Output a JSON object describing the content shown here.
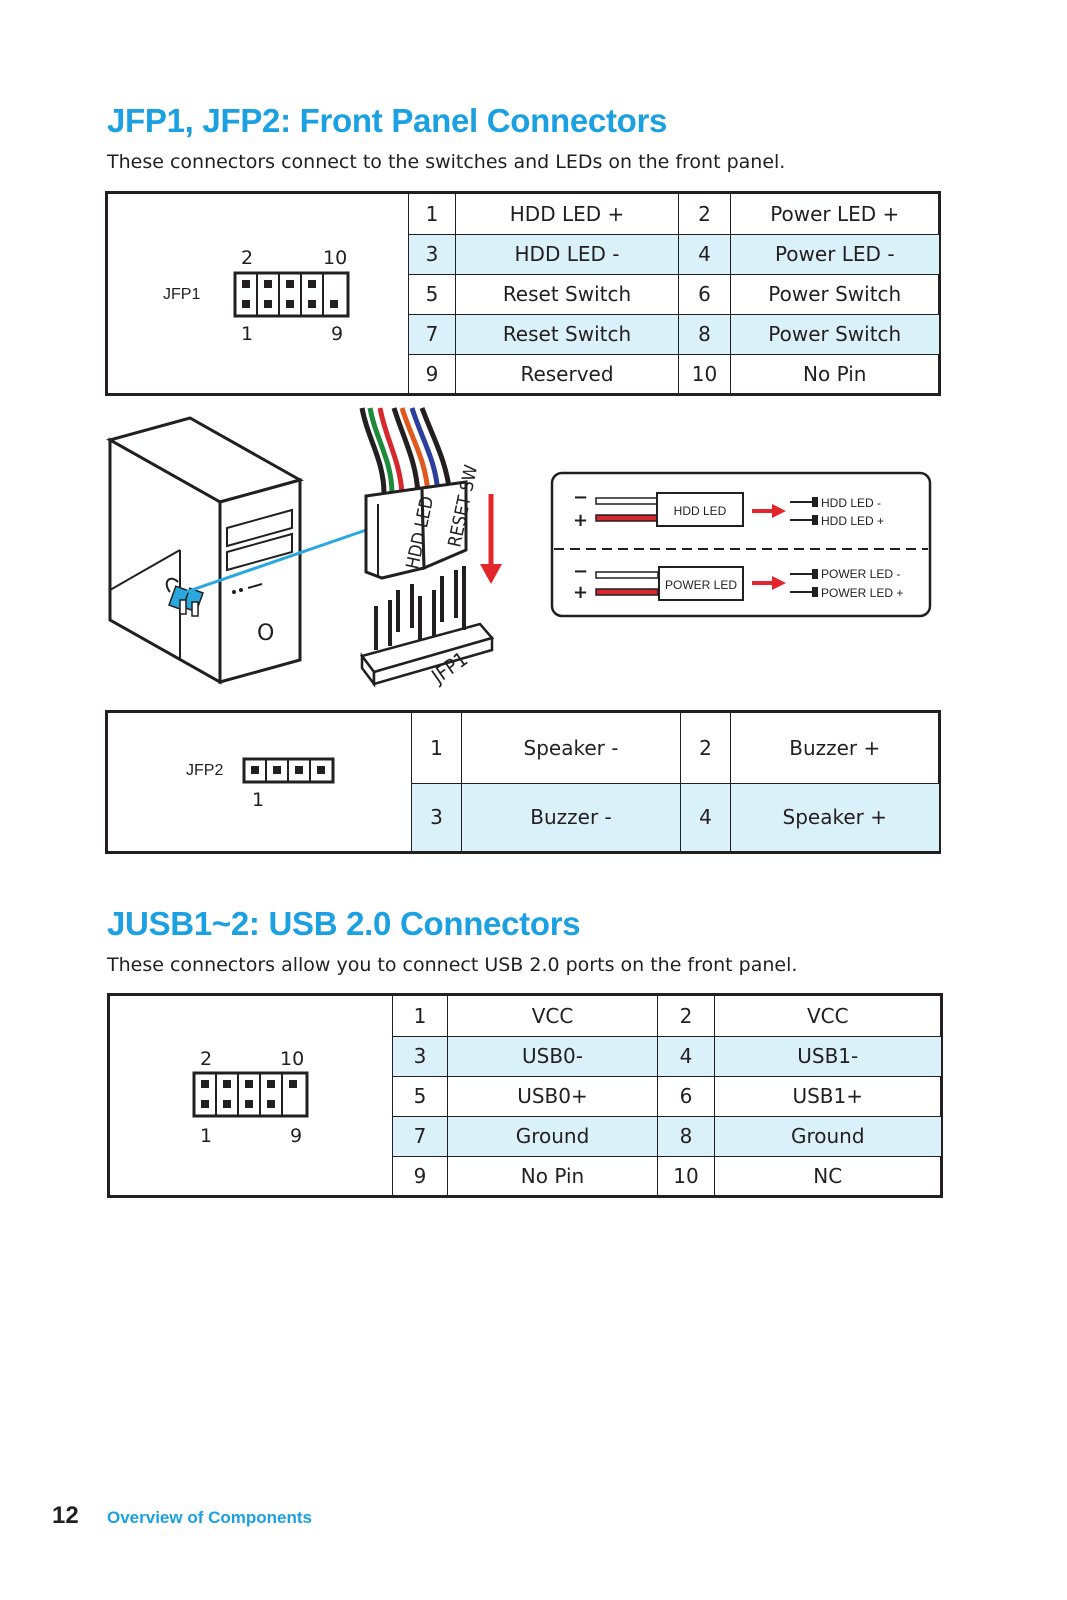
{
  "jfp": {
    "title": "JFP1, JFP2: Front Panel Connectors",
    "intro": "These connectors connect to the switches and LEDs on the front panel.",
    "jfp1_label": "JFP1",
    "jfp1_nums": {
      "tl": "2",
      "tr": "10",
      "bl": "1",
      "br": "9"
    },
    "jfp1_rows": [
      [
        "1",
        "HDD LED +",
        "2",
        "Power LED +"
      ],
      [
        "3",
        "HDD LED -",
        "4",
        "Power LED -"
      ],
      [
        "5",
        "Reset Switch",
        "6",
        "Power Switch"
      ],
      [
        "7",
        "Reset Switch",
        "8",
        "Power Switch"
      ],
      [
        "9",
        "Reserved",
        "10",
        "No Pin"
      ]
    ],
    "illustration": {
      "cable_label_hdd": "HDD LED",
      "cable_label_reset": "RESET SW",
      "header_label": "JFP1",
      "case_letter": "O",
      "minus": "−",
      "plus": "+",
      "hdd_box": "HDD LED",
      "power_box": "POWER LED",
      "hdd_minus": "HDD LED -",
      "hdd_plus": "HDD LED +",
      "power_minus": "POWER LED -",
      "power_plus": "POWER LED +"
    },
    "jfp2_label": "JFP2",
    "jfp2_num": "1",
    "jfp2_rows": [
      [
        "1",
        "Speaker -",
        "2",
        "Buzzer +"
      ],
      [
        "3",
        "Buzzer -",
        "4",
        "Speaker +"
      ]
    ]
  },
  "jusb": {
    "title": "JUSB1~2: USB 2.0 Connectors",
    "intro": "These connectors allow you to connect USB 2.0 ports on the front panel.",
    "nums": {
      "tl": "2",
      "tr": "10",
      "bl": "1",
      "br": "9"
    },
    "rows": [
      [
        "1",
        "VCC",
        "2",
        "VCC"
      ],
      [
        "3",
        "USB0-",
        "4",
        "USB1-"
      ],
      [
        "5",
        "USB0+",
        "6",
        "USB1+"
      ],
      [
        "7",
        "Ground",
        "8",
        "Ground"
      ],
      [
        "9",
        "No Pin",
        "10",
        "NC"
      ]
    ]
  },
  "footer": {
    "page_number": "12",
    "section": "Overview of Components"
  },
  "colors": {
    "accent": "#1ba1e2",
    "row_highlight": "#dbf1fa",
    "text": "#231f20"
  }
}
